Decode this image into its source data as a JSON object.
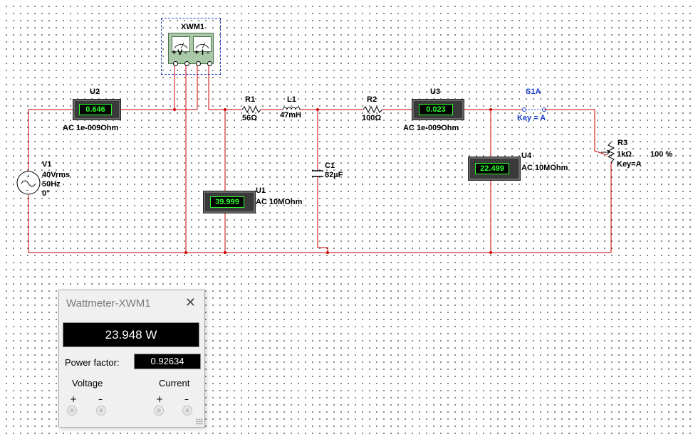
{
  "components": {
    "xwm1": {
      "label": "XWM1",
      "v_plus": "+",
      "v_letter": "V",
      "v_minus": "-",
      "i_plus": "+",
      "i_letter": "I",
      "i_minus": "-"
    },
    "u2": {
      "label": "U2",
      "reading": "0.646",
      "mode": "AC  1e-009Ohm"
    },
    "u3": {
      "label": "U3",
      "reading": "0.023",
      "mode": "AC  1e-009Ohm"
    },
    "u1": {
      "label": "U1",
      "reading": "39.999",
      "mode": "AC  10MOhm"
    },
    "u4": {
      "label": "U4",
      "reading": "22.499",
      "mode": "AC  10MOhm"
    },
    "r1": {
      "label": "R1",
      "value": "56Ω"
    },
    "l1": {
      "label": "L1",
      "value": "47mH"
    },
    "r2": {
      "label": "R2",
      "value": "100Ω"
    },
    "c1": {
      "label": "C1",
      "value": "82µF"
    },
    "v1": {
      "label": "V1",
      "line1": "40Vrms",
      "line2": "50Hz",
      "line3": "0°"
    },
    "s1a": {
      "label": "S1A",
      "key": "Key = A"
    },
    "r3": {
      "label": "R3",
      "value": "1kΩ",
      "percent": "100 %",
      "key": "Key=A"
    }
  },
  "wattmeter_dialog": {
    "title": "Wattmeter-XWM1",
    "close_glyph": "✕",
    "power": "23.948 W",
    "power_factor_label": "Power factor:",
    "power_factor": "0.92634",
    "voltage_label": "Voltage",
    "current_label": "Current",
    "plus": "+",
    "minus": "–"
  },
  "colors": {
    "wire": "#cc0000",
    "meter_text": "#2bff2b",
    "switch_label": "#1a3cc8"
  }
}
